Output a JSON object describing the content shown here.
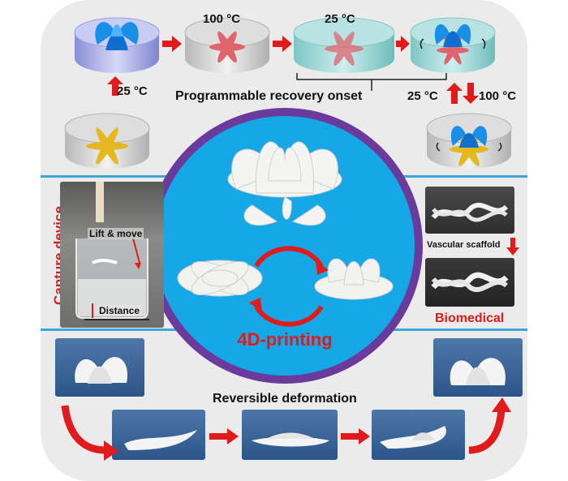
{
  "top": {
    "temp_100": "100 °C",
    "temp_25_top": "25 °C",
    "temp_25_left": "25 °C",
    "temp_25_right": "25 °C",
    "temp_100_right": "100 °C",
    "onset_label": "Programmable recovery onset"
  },
  "left": {
    "vertical_label": "Capture device",
    "lift_label": "Lift & move",
    "distance_label": "Distance"
  },
  "right": {
    "scaffold_label": "Vascular scaffold",
    "biomedical_label": "Biomedical"
  },
  "center": {
    "title": "4D-printing"
  },
  "bottom": {
    "reversible_label": "Reversible deformation"
  },
  "colors": {
    "arrow_red": "#e11b1b",
    "divider_blue": "#3ea6d8",
    "circle_blue": "#16a7e6",
    "ring_purple": "#6a3b9c",
    "petal_yellow": "#e4b81e",
    "petal_pink": "#e0636d",
    "flower_blue": "#1a8fe8"
  }
}
